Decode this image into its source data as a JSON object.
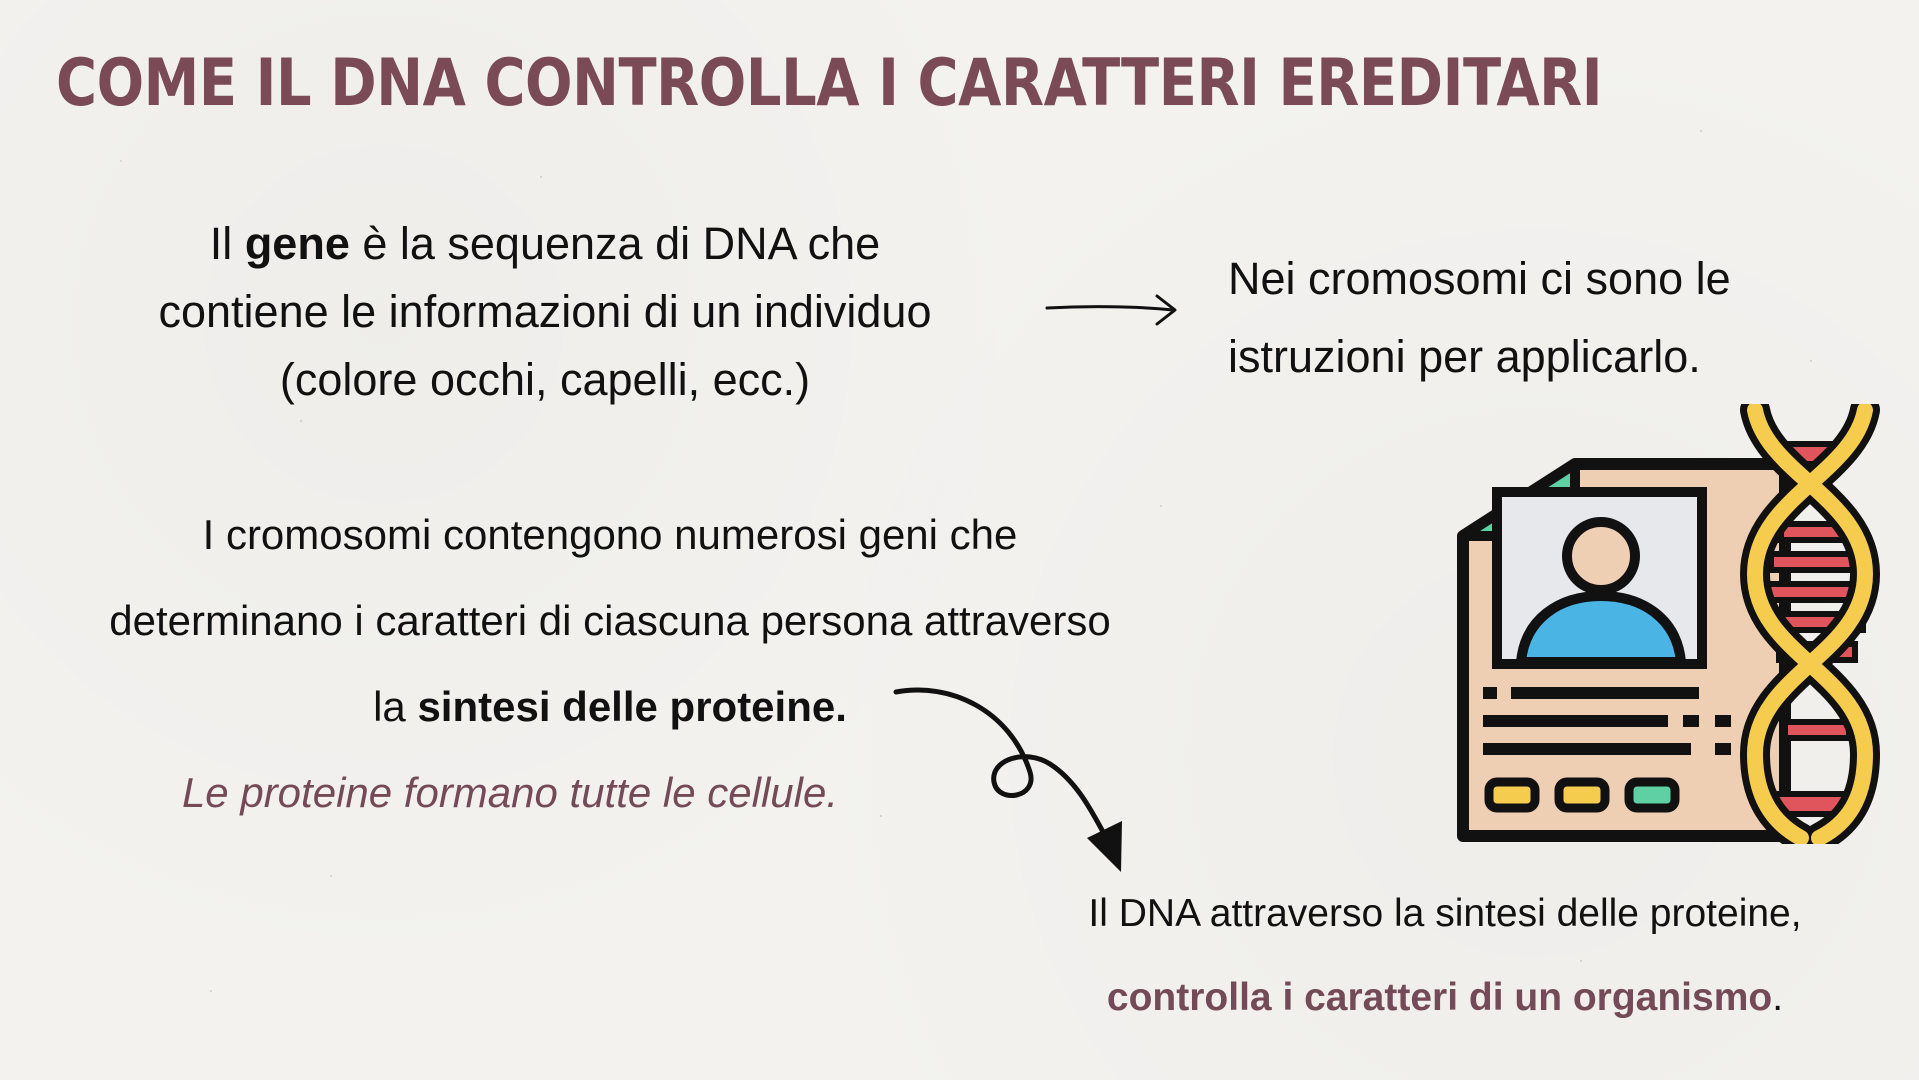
{
  "title": "COME IL DNA CONTROLLA I CARATTERI EREDITARI",
  "gene": {
    "line1_pre": "Il ",
    "line1_bold": "gene",
    "line1_post": " è la sequenza di DNA che",
    "line2": "contiene le informazioni di un individuo",
    "line3": "(colore occhi, capelli, ecc.)"
  },
  "chromosomes": {
    "line1": "Nei cromosomi ci sono le",
    "line2": "istruzioni per applicarlo."
  },
  "proteins": {
    "line1": "I cromosomi contengono numerosi geni che",
    "line2": "determinano i caratteri di ciascuna persona attraverso",
    "line3_pre": "la ",
    "line3_bold": "sintesi delle proteine.",
    "line4": "Le proteine formano tutte le cellule."
  },
  "conclusion": {
    "line1": "Il DNA attraverso la sintesi delle proteine,",
    "line2_accent": "controlla i caratteri di un organismo",
    "line2_post": "."
  },
  "icons": {
    "right_arrow": "arrow-right-icon",
    "curved_arrow": "curved-arrow-icon",
    "dna_profile": "dna-profile-icon"
  },
  "colors": {
    "title": "#7a4a57",
    "accent_text": "#744a59",
    "background": "#f3f2ef",
    "dna_red": "#e0555b",
    "dna_yellow": "#f6cc4e",
    "card_beige": "#efcfb4",
    "avatar_blue": "#4ab4e4",
    "green": "#5fcfa4"
  }
}
